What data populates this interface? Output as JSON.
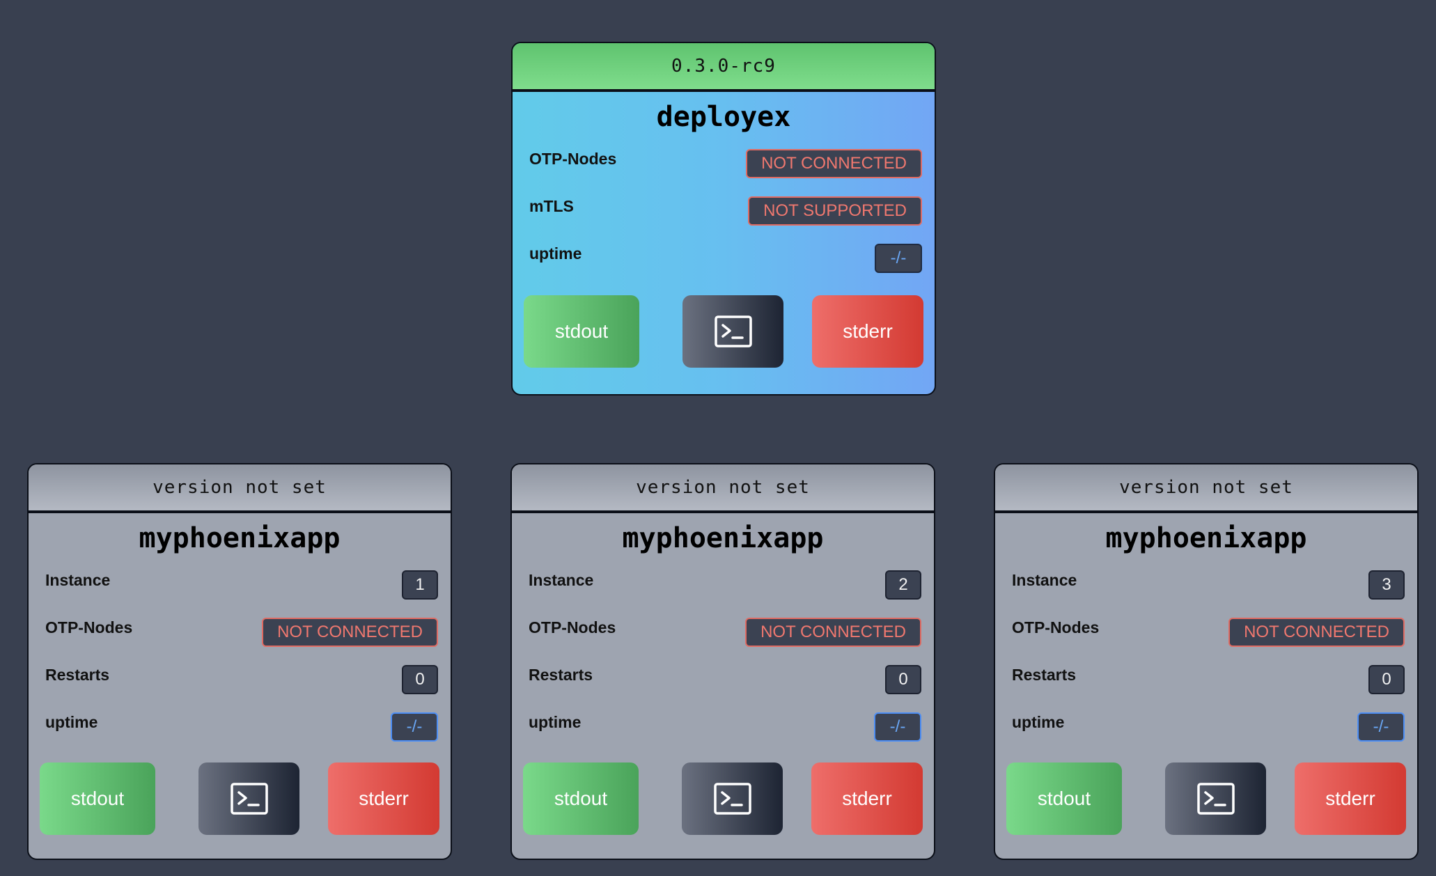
{
  "main_card": {
    "version": "0.3.0-rc9",
    "title": "deployex",
    "rows": [
      {
        "label": "OTP-Nodes",
        "value": "NOT CONNECTED"
      },
      {
        "label": "mTLS",
        "value": "NOT SUPPORTED"
      },
      {
        "label": "uptime",
        "value": "-/-"
      }
    ],
    "buttons": {
      "stdout": "stdout",
      "stderr": "stderr"
    }
  },
  "app_cards": [
    {
      "version": "version not set",
      "title": "myphoenixapp",
      "rows": [
        {
          "label": "Instance",
          "value": "1"
        },
        {
          "label": "OTP-Nodes",
          "value": "NOT CONNECTED"
        },
        {
          "label": "Restarts",
          "value": "0"
        },
        {
          "label": "uptime",
          "value": "-/-"
        }
      ],
      "buttons": {
        "stdout": "stdout",
        "stderr": "stderr"
      }
    },
    {
      "version": "version not set",
      "title": "myphoenixapp",
      "rows": [
        {
          "label": "Instance",
          "value": "2"
        },
        {
          "label": "OTP-Nodes",
          "value": "NOT CONNECTED"
        },
        {
          "label": "Restarts",
          "value": "0"
        },
        {
          "label": "uptime",
          "value": "-/-"
        }
      ],
      "buttons": {
        "stdout": "stdout",
        "stderr": "stderr"
      }
    },
    {
      "version": "version not set",
      "title": "myphoenixapp",
      "rows": [
        {
          "label": "Instance",
          "value": "3"
        },
        {
          "label": "OTP-Nodes",
          "value": "NOT CONNECTED"
        },
        {
          "label": "Restarts",
          "value": "0"
        },
        {
          "label": "uptime",
          "value": "-/-"
        }
      ],
      "buttons": {
        "stdout": "stdout",
        "stderr": "stderr"
      }
    }
  ],
  "colors": {
    "background": "#394050",
    "danger": "#f0786f",
    "info": "#6aa8f7",
    "success": "#4aa35a"
  },
  "icons": {
    "terminal": "terminal-icon"
  }
}
